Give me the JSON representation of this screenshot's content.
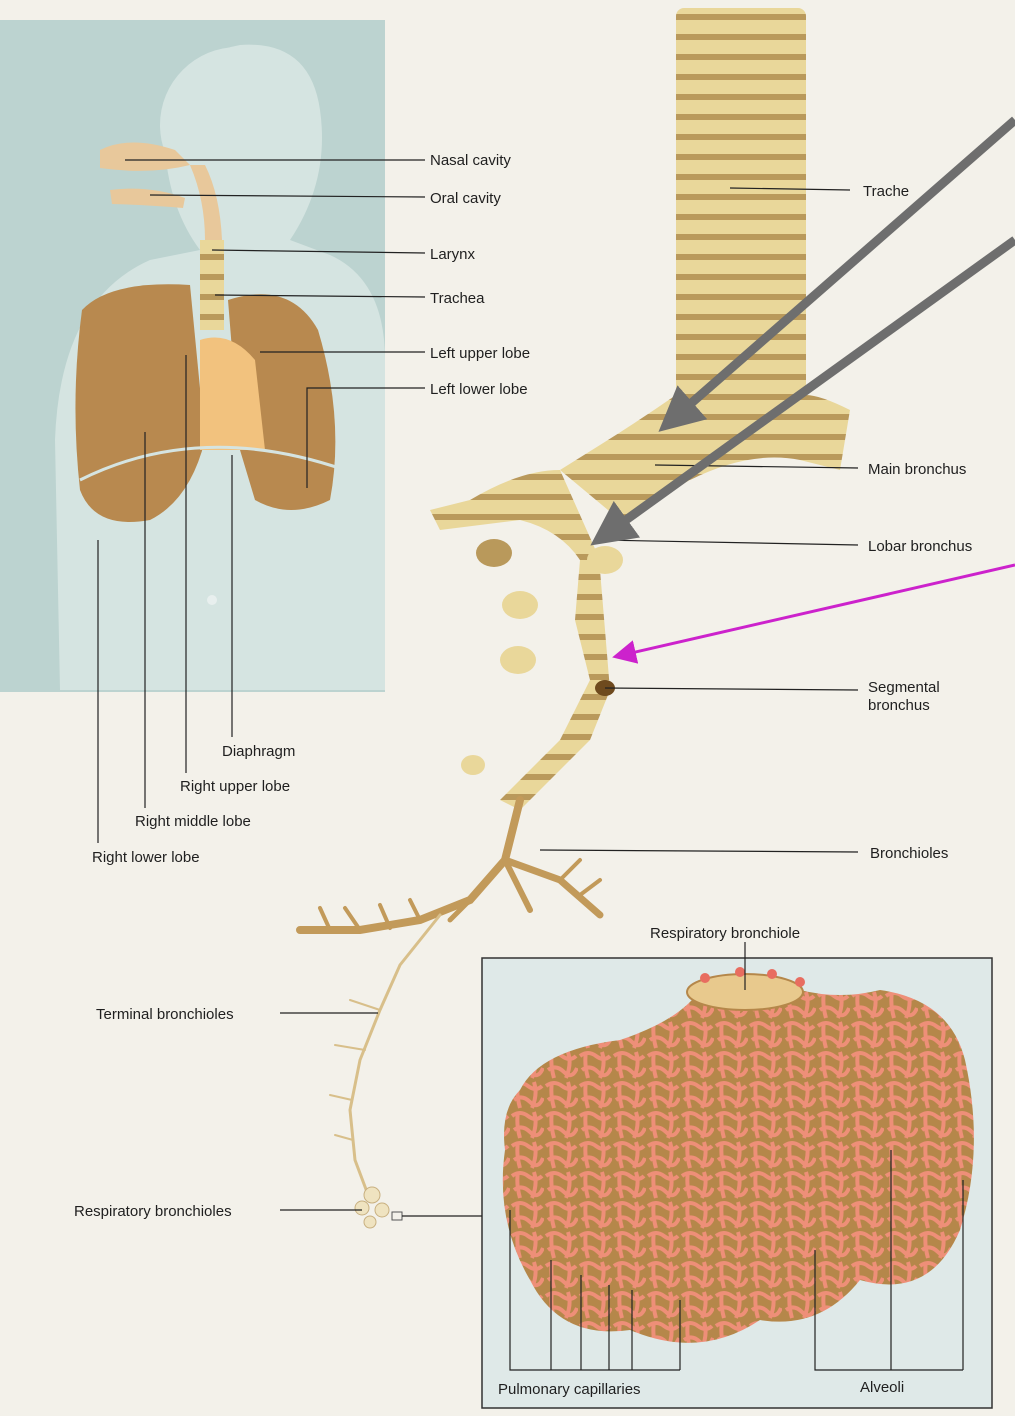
{
  "labels": {
    "nasal_cavity": "Nasal cavity",
    "oral_cavity": "Oral cavity",
    "larynx": "Larynx",
    "trachea_small": "Trachea",
    "left_upper_lobe": "Left upper lobe",
    "left_lower_lobe": "Left lower lobe",
    "diaphragm": "Diaphragm",
    "right_upper_lobe": "Right upper lobe",
    "right_middle_lobe": "Right middle lobe",
    "right_lower_lobe": "Right lower lobe",
    "trachea_big": "Trache",
    "main_bronchus": "Main bronchus",
    "lobar_bronchus": "Lobar bronchus",
    "segmental_bronchus_1": "Segmental",
    "segmental_bronchus_2": "bronchus",
    "bronchioles": "Bronchioles",
    "terminal_bronchioles": "Terminal bronchioles",
    "respiratory_bronchioles": "Respiratory bronchioles",
    "respiratory_bronchiole": "Respiratory bronchiole",
    "pulmonary_capillaries": "Pulmonary capillaries",
    "alveoli": "Alveoli"
  },
  "colors": {
    "panel": "#bcd3d0",
    "lung": "#b8894f",
    "bronchus": "#e9d79a",
    "bronchus_dark": "#b9995b",
    "capillary": "#ee8f78",
    "alveoli": "#b5874a",
    "gray_arrow": "#6e6e6e",
    "magenta_arrow": "#cc22cc"
  }
}
